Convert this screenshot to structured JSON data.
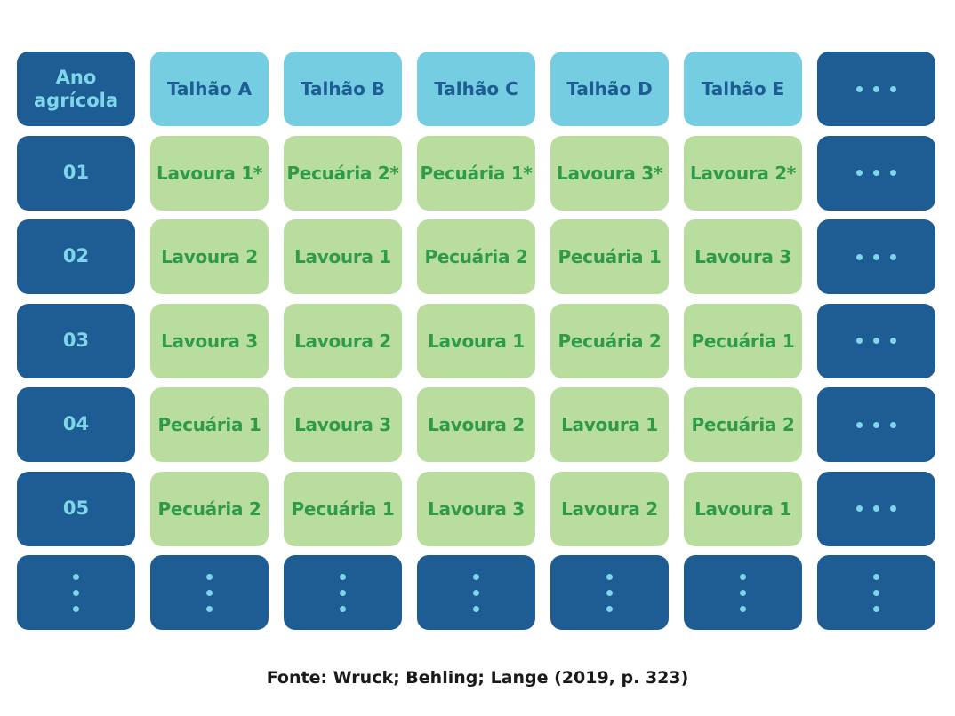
{
  "header": {
    "year_label": "Ano agrícola",
    "plots": [
      "Talhão A",
      "Talhão B",
      "Talhão C",
      "Talhão D",
      "Talhão E"
    ]
  },
  "rows": [
    {
      "year": "01",
      "cells": [
        "Lavoura 1*",
        "Pecuária 2*",
        "Pecuária 1*",
        "Lavoura 3*",
        "Lavoura 2*"
      ]
    },
    {
      "year": "02",
      "cells": [
        "Lavoura 2",
        "Lavoura 1",
        "Pecuária 2",
        "Pecuária 1",
        "Lavoura 3"
      ]
    },
    {
      "year": "03",
      "cells": [
        "Lavoura 3",
        "Lavoura 2",
        "Lavoura 1",
        "Pecuária 2",
        "Pecuária 1"
      ]
    },
    {
      "year": "04",
      "cells": [
        "Pecuária 1",
        "Lavoura 3",
        "Lavoura 2",
        "Lavoura 1",
        "Pecuária 2"
      ]
    },
    {
      "year": "05",
      "cells": [
        "Pecuária 2",
        "Pecuária 1",
        "Lavoura 3",
        "Lavoura 2",
        "Lavoura 1"
      ]
    }
  ],
  "source": "Fonte: Wruck; Behling; Lange (2019, p. 323)",
  "colors": {
    "dark_blue": "#1e5c94",
    "light_blue": "#74cde0",
    "cyan_text": "#7ed6e8",
    "green_cell": "#b9dd9f",
    "green_text": "#2f9a4a"
  }
}
